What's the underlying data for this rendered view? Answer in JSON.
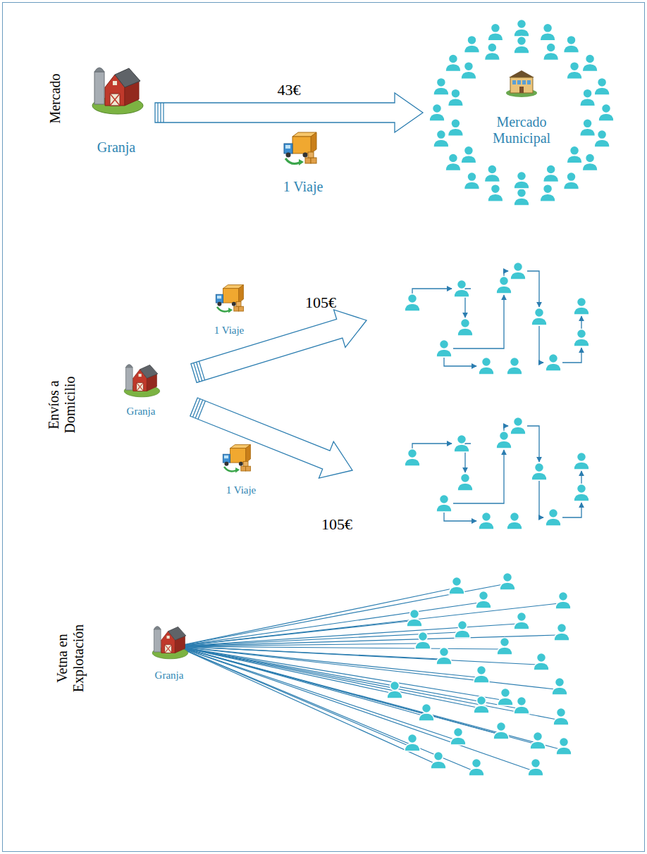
{
  "diagram": {
    "nodes": [
      {
        "text": [
          "Granja"
        ]
      },
      {
        "text": [
          "Mercado Municipal"
        ]
      },
      {
        "text": [
          "Granja"
        ]
      },
      {
        "text": [
          "Granja"
        ]
      }
    ],
    "edges": [
      {
        "from": 0,
        "to": 1,
        "arrow": "to",
        "label": "43€"
      }
    ],
    "labels": [
      "Mercado",
      "1 Viaje",
      "Envíos a Domicilio",
      "105€",
      "1 Viaje",
      "1 Viaje",
      "105€",
      "Vetna en Explotación"
    ]
  }
}
